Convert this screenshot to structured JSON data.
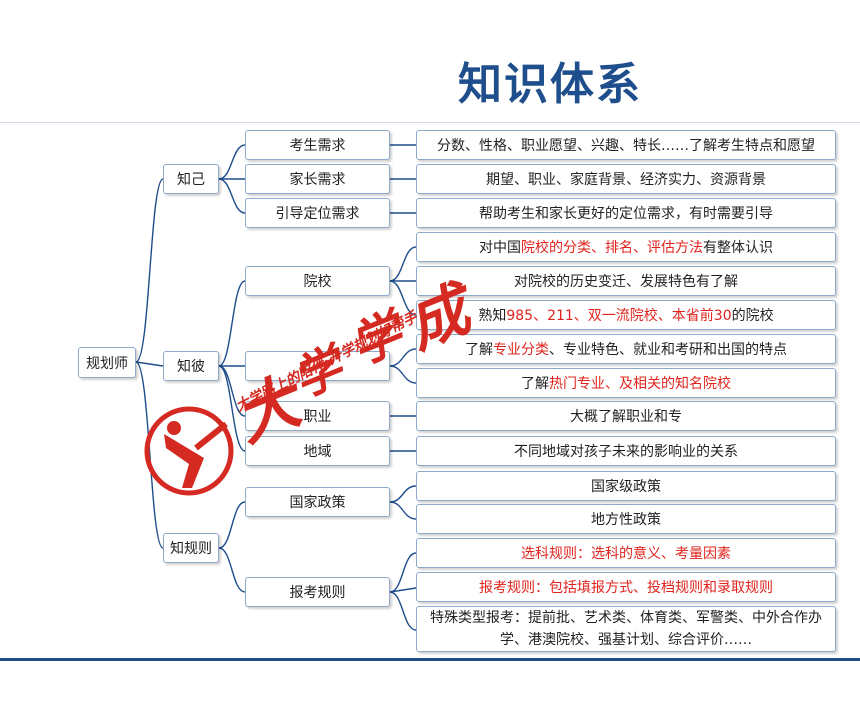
{
  "title": "知识体系",
  "root": "规划师",
  "groups": [
    {
      "label": "知己",
      "items": [
        {
          "label": "考生需求",
          "details": [
            [
              [
                "分数、性格、职业愿望、兴趣、特长……了解考生特点和愿望",
                false
              ]
            ]
          ]
        },
        {
          "label": "家长需求",
          "details": [
            [
              [
                "期望、职业、家庭背景、经济实力、资源背景",
                false
              ]
            ]
          ]
        },
        {
          "label": "引导定位需求",
          "details": [
            [
              [
                "帮助考生和家长更好的定位需求，有时需要引导",
                false
              ]
            ]
          ]
        }
      ]
    },
    {
      "label": "知彼",
      "items": [
        {
          "label": "院校",
          "details": [
            [
              [
                "对中国",
                false
              ],
              [
                "院校的分类、排名、评估方法",
                true
              ],
              [
                "有整体认识",
                false
              ]
            ],
            [
              [
                "对院校的历史变迁、发展特色有了解",
                false
              ]
            ],
            [
              [
                "熟知",
                false
              ],
              [
                "985、211、双一流院校、本省前30",
                true
              ],
              [
                "的院校",
                false
              ]
            ]
          ]
        },
        {
          "label": "",
          "details": [
            [
              [
                "了解",
                false
              ],
              [
                "专业分类",
                true
              ],
              [
                "、专业特色、就业和考研和出国的特点",
                false
              ]
            ],
            [
              [
                "了解",
                false
              ],
              [
                "热门专业、及相关的知名院校",
                true
              ]
            ]
          ]
        },
        {
          "label": "职业",
          "details": [
            [
              [
                "大概了解职业和专",
                false
              ]
            ]
          ]
        },
        {
          "label": "地域",
          "details": [
            [
              [
                "不同地域对孩子未来的影响业的关系",
                false
              ]
            ]
          ]
        }
      ]
    },
    {
      "label": "知规则",
      "items": [
        {
          "label": "国家政策",
          "details": [
            [
              [
                "国家级政策",
                false
              ]
            ],
            [
              [
                "地方性政策",
                false
              ]
            ]
          ]
        },
        {
          "label": "报考规则",
          "details": [
            [
              [
                "选科规则：选科的意义、考量因素",
                true
              ]
            ],
            [
              [
                "报考规则：包括填报方式、投档规则和录取规则",
                true
              ]
            ],
            [
              [
                "特殊类型报考：提前批、艺术类、体育类、军警类、中外合作办学、港澳院校、强基计划、综合评价……",
                false
              ]
            ]
          ]
        }
      ]
    }
  ],
  "watermark": {
    "big": "大学学成",
    "sub": "大学路上的陪伴·升学规划好帮手"
  },
  "colors": {
    "title": "#1f4e8c",
    "line": "#1f4e8c",
    "border": "#8eaac9",
    "highlight": "#e0241d",
    "watermark": "#d42a21"
  }
}
